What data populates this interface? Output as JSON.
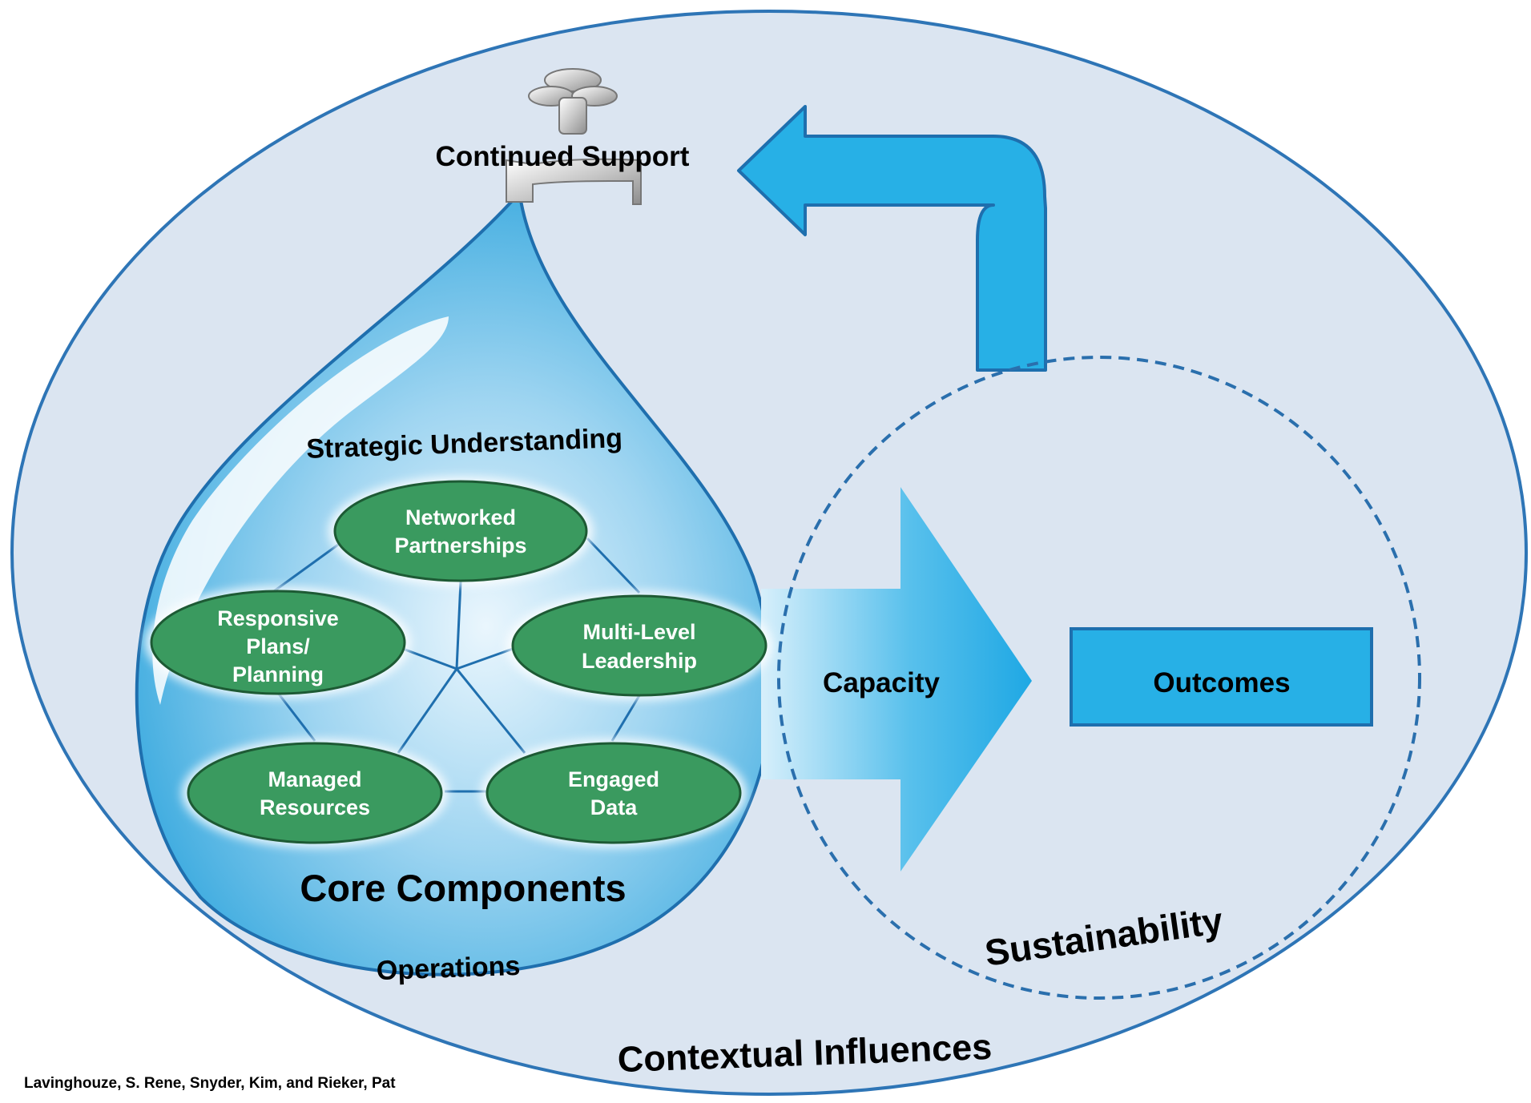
{
  "diagram": {
    "supply_label": "Continued Support",
    "strategic_label": "Strategic Understanding",
    "components_title": "Core Components",
    "operations_label": "Operations",
    "capacity_label": "Capacity",
    "outcomes_label": "Outcomes",
    "sustainability_label": "Sustainability",
    "context_label": "Contextual Influences",
    "components": [
      {
        "line1": "Networked",
        "line2": "Partnerships",
        "line3": ""
      },
      {
        "line1": "Responsive",
        "line2": "Plans/",
        "line3": "Planning"
      },
      {
        "line1": "Multi-Level",
        "line2": "Leadership",
        "line3": ""
      },
      {
        "line1": "Managed",
        "line2": "Resources",
        "line3": ""
      },
      {
        "line1": "Engaged",
        "line2": "Data",
        "line3": ""
      }
    ],
    "colors": {
      "outer_fill": "#dbe5f1",
      "outer_stroke": "#2e75b6",
      "arrow_blue": "#27b0e6",
      "node_green": "#3a9a5f",
      "dashed_circle": "#2a6fad"
    }
  },
  "attribution": "Lavinghouze, S. Rene, Snyder, Kim, and Rieker, Pat"
}
